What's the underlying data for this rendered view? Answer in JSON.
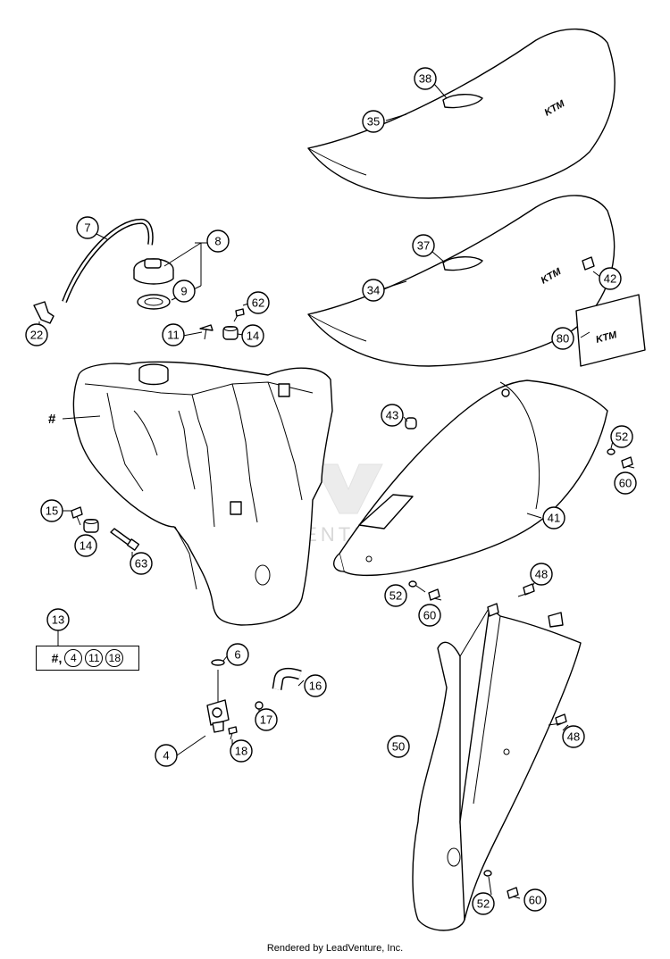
{
  "footer": "Rendered by LeadVenture, Inc.",
  "watermark": "LEADVENTURE",
  "hash_label": "#",
  "logo_text": "KTM",
  "kit": {
    "number": "13",
    "hash": "#,",
    "items": [
      "4",
      "11",
      "18"
    ]
  },
  "callouts": [
    {
      "id": "c38",
      "label": "38"
    },
    {
      "id": "c35",
      "label": "35"
    },
    {
      "id": "c7",
      "label": "7"
    },
    {
      "id": "c8",
      "label": "8"
    },
    {
      "id": "c9",
      "label": "9"
    },
    {
      "id": "c37",
      "label": "37"
    },
    {
      "id": "c42",
      "label": "42"
    },
    {
      "id": "c34",
      "label": "34"
    },
    {
      "id": "c62",
      "label": "62"
    },
    {
      "id": "c22",
      "label": "22"
    },
    {
      "id": "c11",
      "label": "11"
    },
    {
      "id": "c14a",
      "label": "14"
    },
    {
      "id": "c80",
      "label": "80"
    },
    {
      "id": "c43",
      "label": "43"
    },
    {
      "id": "c52a",
      "label": "52"
    },
    {
      "id": "c60a",
      "label": "60"
    },
    {
      "id": "c15",
      "label": "15"
    },
    {
      "id": "c41",
      "label": "41"
    },
    {
      "id": "c14b",
      "label": "14"
    },
    {
      "id": "c63",
      "label": "63"
    },
    {
      "id": "c48a",
      "label": "48"
    },
    {
      "id": "c52b",
      "label": "52"
    },
    {
      "id": "c60b",
      "label": "60"
    },
    {
      "id": "c6",
      "label": "6"
    },
    {
      "id": "c16",
      "label": "16"
    },
    {
      "id": "c17",
      "label": "17"
    },
    {
      "id": "c48b",
      "label": "48"
    },
    {
      "id": "c4",
      "label": "4"
    },
    {
      "id": "c18",
      "label": "18"
    },
    {
      "id": "c50",
      "label": "50"
    },
    {
      "id": "c52c",
      "label": "52"
    },
    {
      "id": "c60c",
      "label": "60"
    }
  ]
}
